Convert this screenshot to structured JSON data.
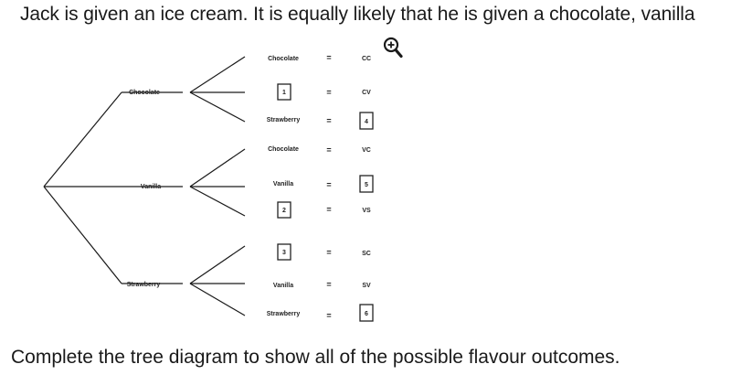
{
  "question": {
    "heading": "Jack is given an ice cream. It is equally likely that he is given a chocolate, vanilla",
    "instruction": "Complete the tree diagram to show all of the possible flavour outcomes."
  },
  "zoom_icon": "zoom-in-magnifier-icon",
  "tree": {
    "first_branches": [
      "Chocolate",
      "Vanilla",
      "Strawberry"
    ],
    "equals_sign": "=",
    "rows": [
      {
        "label": "Chocolate",
        "outcome": "CC"
      },
      {
        "box": "1",
        "outcome": "CV"
      },
      {
        "label": "Strawberry",
        "outcome_box": "4"
      },
      {
        "label": "Chocolate",
        "outcome": "VC"
      },
      {
        "label": "Vanilla",
        "outcome_box": "5"
      },
      {
        "box": "2",
        "outcome": "VS"
      },
      {
        "box": "3",
        "outcome": "SC"
      },
      {
        "label": "Vanilla",
        "outcome": "SV"
      },
      {
        "label": "Strawberry",
        "outcome_box": "6"
      }
    ]
  }
}
